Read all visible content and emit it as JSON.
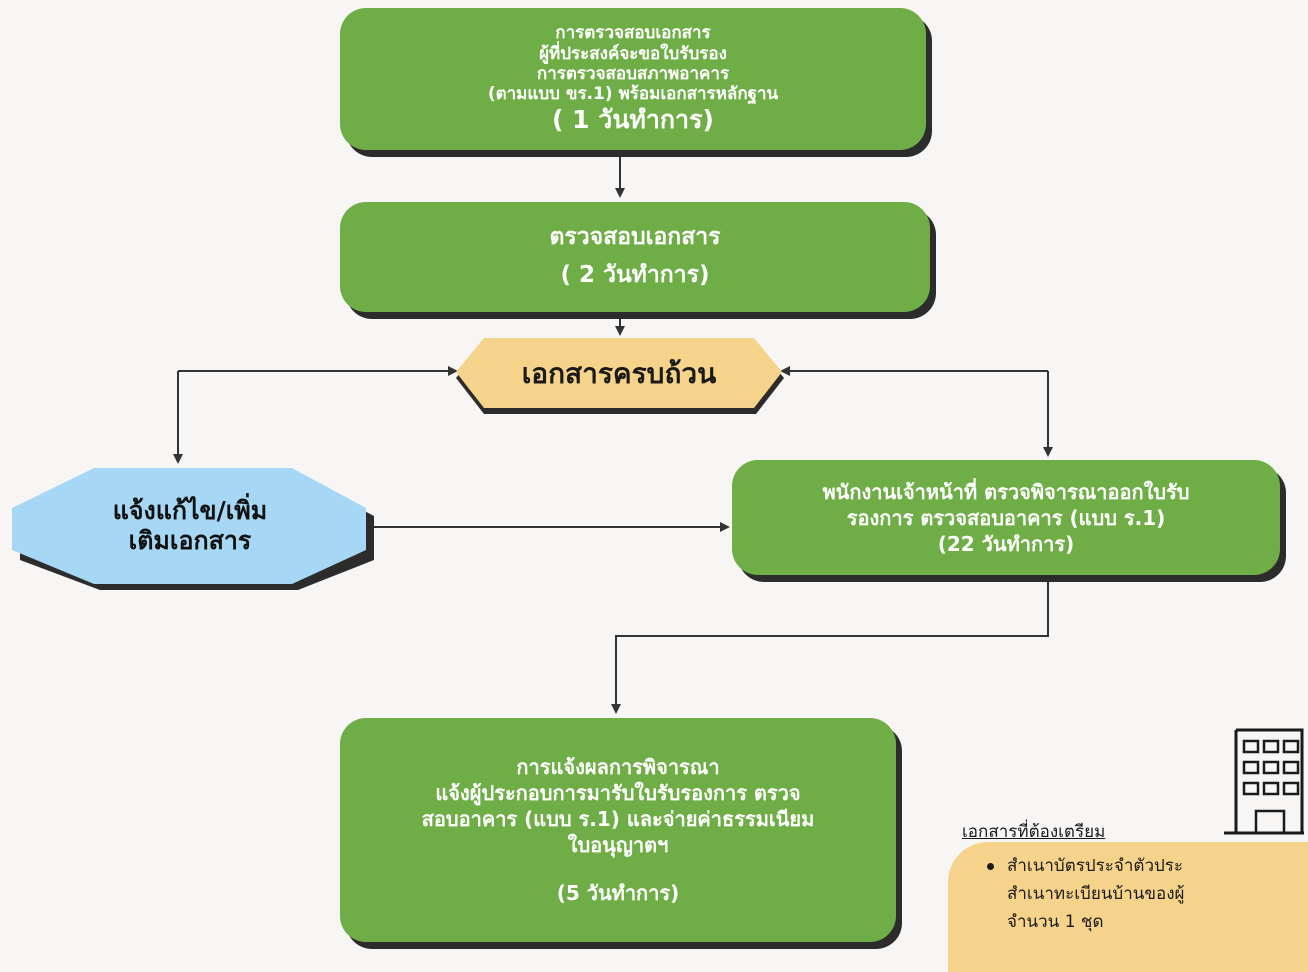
{
  "diagram": {
    "step1": {
      "lines": [
        "การตรวจสอบเอกสาร",
        "ผู้ที่ประสงค์จะขอใบรับรอง",
        "การตรวจสอบสภาพอาคาร",
        "(ตามแบบ ขร.1) พร้อมเอกสารหลักฐาน"
      ],
      "duration": "( 1 วันทำการ)"
    },
    "step2": {
      "title": "ตรวจสอบเอกสาร",
      "duration": "( 2 วันทำการ)"
    },
    "decision": {
      "label": "เอกสารครบถ้วน"
    },
    "revise": {
      "lines": [
        "แจ้งแก้ไข/เพิ่ม",
        "เติมเอกสาร"
      ]
    },
    "step3": {
      "lines": [
        "พนักงานเจ้าหน้าที่ ตรวจพิจารณาออกใบรับ",
        "รองการ ตรวจสอบอาคาร (แบบ ร.1)",
        "(22 วันทำการ)"
      ]
    },
    "step4": {
      "lines": [
        "การแจ้งผลการพิจารณา",
        "แจ้งผู้ประกอบการมารับใบรับรองการ ตรวจ",
        "สอบอาคาร (แบบ ร.1) และจ่ายค่าธรรมเนียม",
        "ใบอนุญาตฯ"
      ],
      "duration": "(5 วันทำการ)"
    }
  },
  "documents": {
    "title": "เอกสารที่ต้องเตรียม",
    "items": [
      "สำเนาบัตรประจำตัวประ",
      "สำเนาทะเบียนบ้านของผู้",
      "จำนวน 1 ชุด"
    ]
  },
  "colors": {
    "process_green": "#6fae46",
    "decision_yellow": "#f6d38a",
    "revise_blue": "#a6d8f5",
    "background": "#f8f6f5",
    "connector": "#333333"
  },
  "icons": {
    "building": "building-icon"
  }
}
